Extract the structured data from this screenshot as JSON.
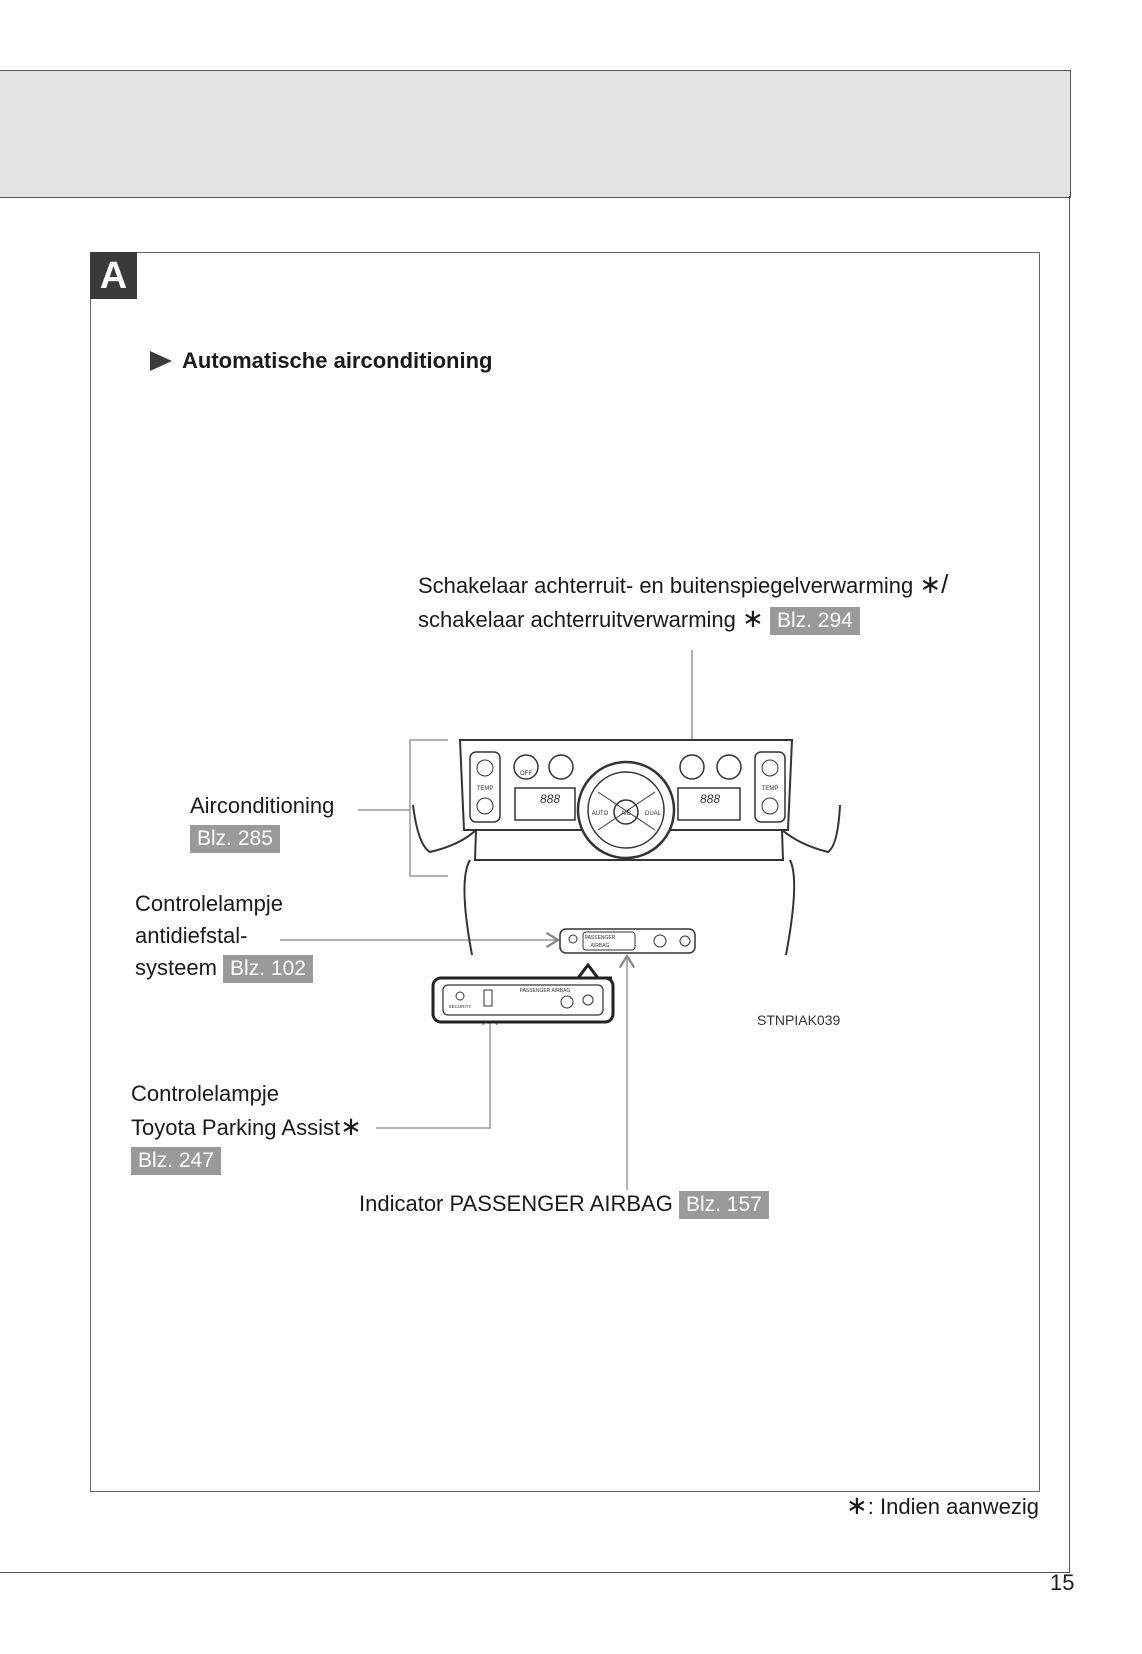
{
  "section_badge": "A",
  "heading": "Automatische airconditioning",
  "callouts": {
    "rear_defogger": {
      "line1": "Schakelaar achterruit- en buitenspiegelverwarming",
      "line1_suffix": "∗/",
      "line2": "schakelaar achterruitverwarming",
      "line2_suffix": "∗",
      "ref": "Blz. 294"
    },
    "aircon": {
      "label": "Airconditioning",
      "ref": "Blz. 285"
    },
    "security": {
      "line1": "Controlelampje",
      "line2": "antidiefstal-",
      "line3": "systeem",
      "ref": "Blz. 102"
    },
    "parking_assist": {
      "line1": "Controlelampje",
      "line2": "Toyota Parking Assist",
      "suffix": "∗",
      "ref": "Blz. 247"
    },
    "airbag": {
      "label": "Indicator PASSENGER AIRBAG",
      "ref": "Blz. 157"
    }
  },
  "panel_text": {
    "temp": "TEMP",
    "off": "OFF",
    "display": "888",
    "auto": "AUTO",
    "ac": "A/C",
    "dual": "DUAL",
    "passenger": "PASSENGER",
    "airbag": "AIRBAG",
    "passenger_airbag": "PASSENGER AIRBAG",
    "security": "SECURITY"
  },
  "image_code": "STNPIAK039",
  "footnote": {
    "symbol": "∗",
    "text": ": Indien aanwezig"
  },
  "page_number": "15"
}
